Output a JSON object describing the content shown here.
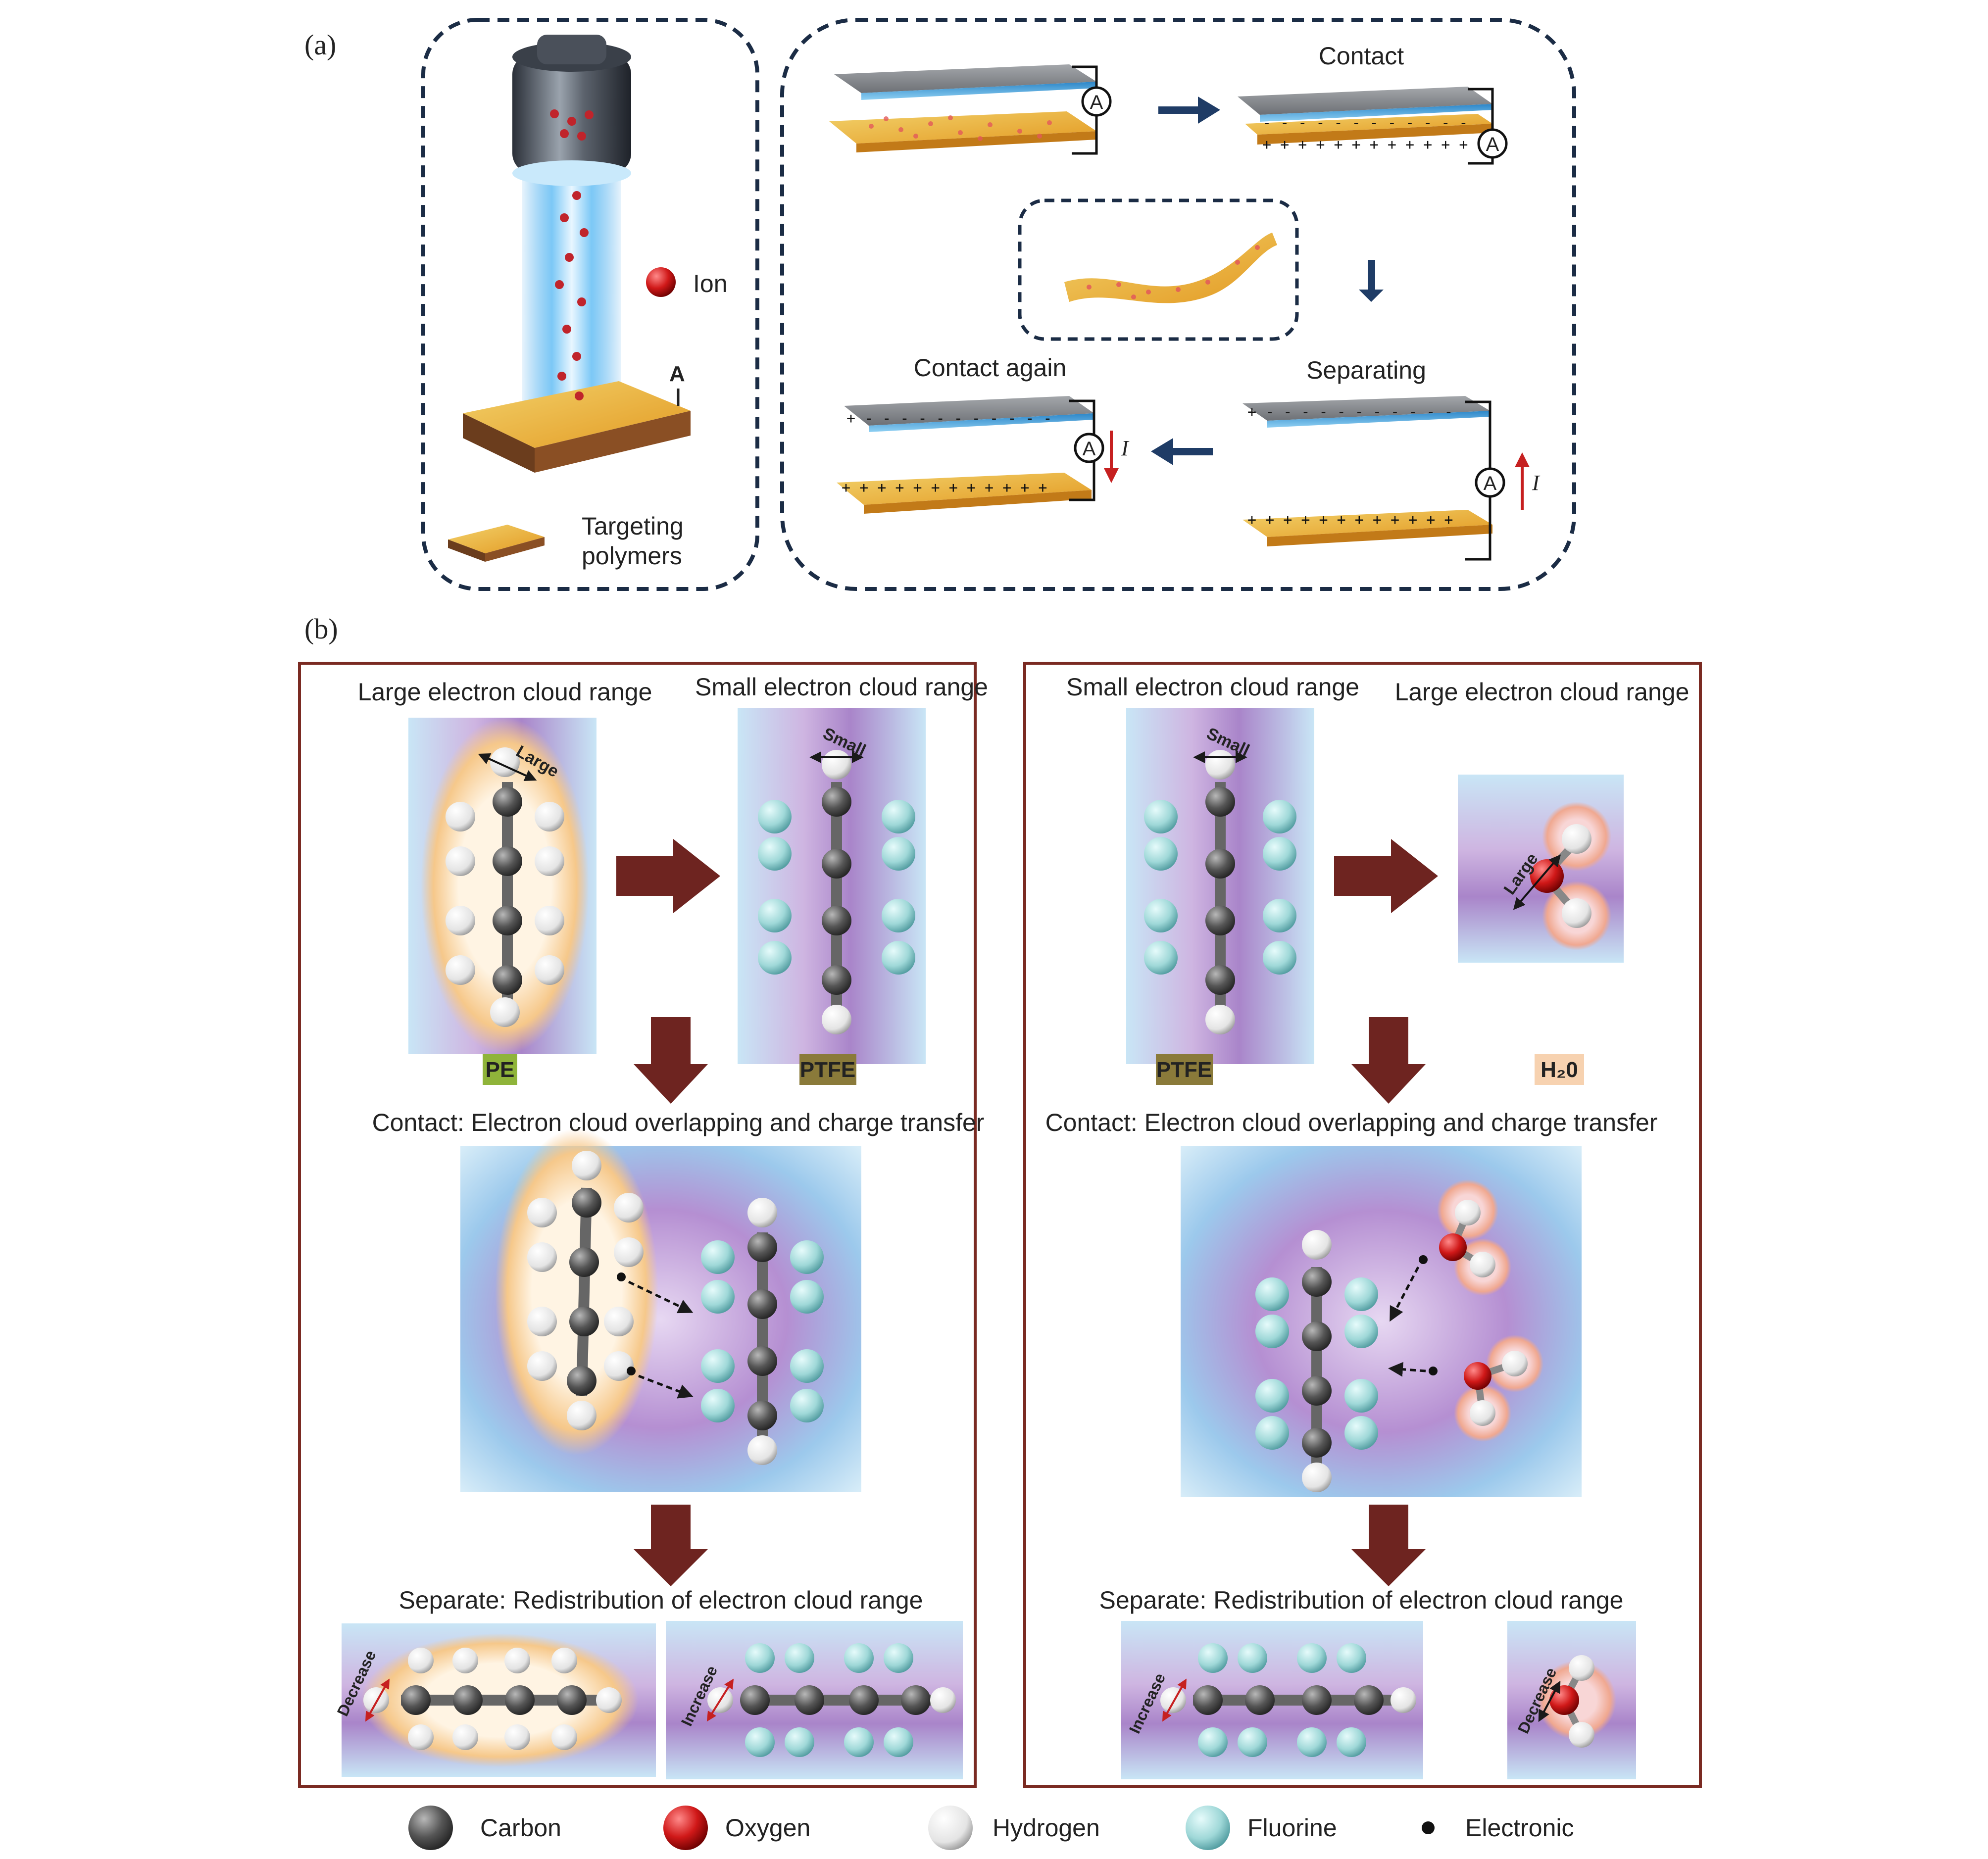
{
  "panel_a": {
    "label": "(a)",
    "ion_label": "Ion",
    "target_label_1": "Targeting",
    "target_label_2": "polymers",
    "beam_symbol": "A",
    "contact": "Contact",
    "separating": "Separating",
    "contact_again": "Contact again",
    "ammeter": "A",
    "current": "I"
  },
  "panel_b": {
    "label": "(b)",
    "left": {
      "title_left": "Large electron cloud range",
      "title_right": "Small electron cloud range",
      "badge_1": "PE",
      "badge_2": "PTFE",
      "tag_large": "Large",
      "tag_small": "Small",
      "contact": "Contact: Electron cloud overlapping and charge transfer",
      "separate": "Separate: Redistribution of electron cloud range",
      "decrease": "Decrease",
      "increase": "Increase"
    },
    "right": {
      "title_left": "Small electron cloud range",
      "title_right": "Large electron cloud range",
      "badge_1": "PTFE",
      "badge_2": "H₂0",
      "tag_small": "Small",
      "tag_large": "Large",
      "contact": "Contact: Electron cloud overlapping and charge transfer",
      "separate": "Separate: Redistribution of electron cloud range",
      "increase": "Increase",
      "decrease": "Decrease"
    }
  },
  "legend": {
    "carbon": "Carbon",
    "oxygen": "Oxygen",
    "hydrogen": "Hydrogen",
    "fluorine": "Fluorine",
    "electronic": "Electronic"
  },
  "colors": {
    "frame_dashed": "#1b2c45",
    "frame_solid": "#7a2a22",
    "arrow_brown": "#6e2420",
    "carbon": "#555555",
    "oxygen": "#d01818",
    "hydrogen": "#f2f2f2",
    "fluorine": "#9fd8d8",
    "cloud_orange": "#f6c88a",
    "cloud_blue": "#8cc8ea",
    "cloud_purple": "#9a6fc0",
    "polymer": "#e9a52c",
    "plate_gray": "#8a8d91",
    "badge_pe": "#8fb43a",
    "badge_ptfe": "#8a7a3a",
    "badge_h2o": "#f7d2b0"
  }
}
